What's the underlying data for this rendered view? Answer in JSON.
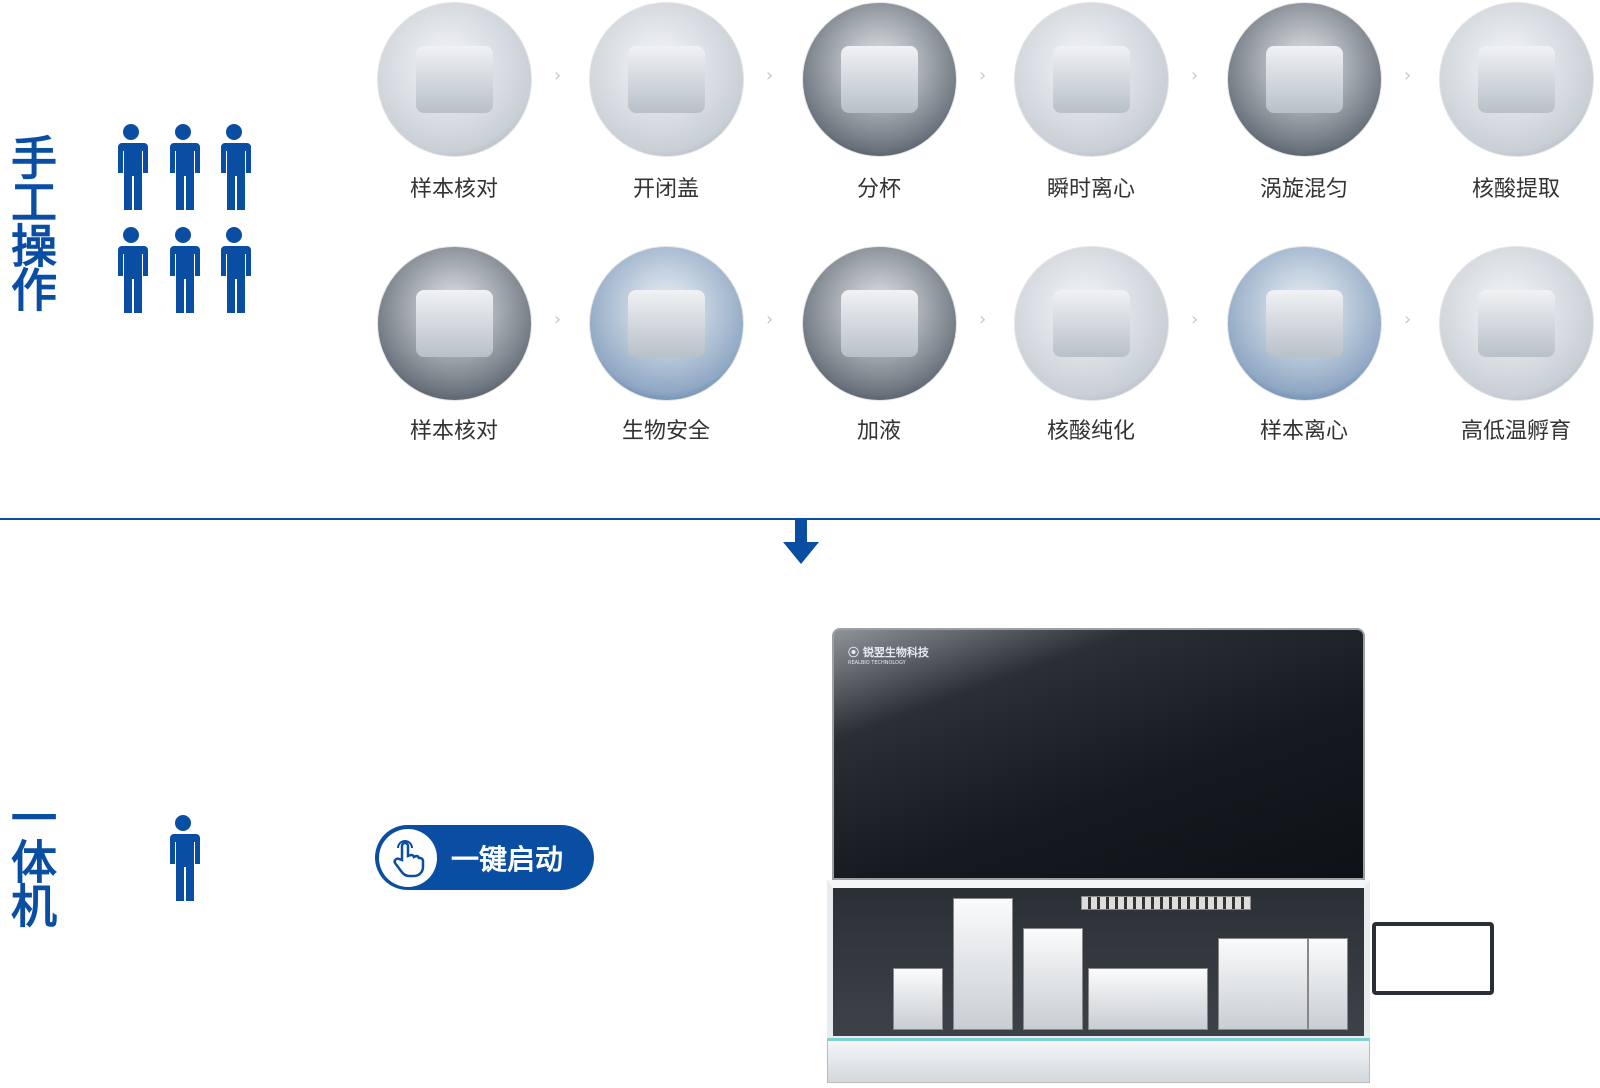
{
  "manual": {
    "title": "手工操作",
    "people_count": 6,
    "steps_row1": [
      {
        "label": "样本核对",
        "icon": "sample-check-photo"
      },
      {
        "label": "开闭盖",
        "icon": "cap-open-photo"
      },
      {
        "label": "分杯",
        "icon": "aliquot-photo"
      },
      {
        "label": "瞬时离心",
        "icon": "quick-centrifuge-photo"
      },
      {
        "label": "涡旋混匀",
        "icon": "vortex-mixer-photo"
      },
      {
        "label": "核酸提取",
        "icon": "nucleic-acid-extraction-photo"
      }
    ],
    "steps_row2": [
      {
        "label": "样本核对",
        "icon": "centrifuge-photo"
      },
      {
        "label": "生物安全",
        "icon": "biosafety-cabinet-photo"
      },
      {
        "label": "加液",
        "icon": "liquid-handler-photo"
      },
      {
        "label": "核酸纯化",
        "icon": "purification-plate-photo"
      },
      {
        "label": "样本离心",
        "icon": "sample-centrifuge-photo"
      },
      {
        "label": "高低温孵育",
        "icon": "incubator-photo"
      }
    ]
  },
  "integrated": {
    "title": "一体机",
    "people_count": 1,
    "start_button": "一键启动",
    "logo_text": "锐翌生物科技",
    "logo_subtext": "REALBIO TECHNOLOGY"
  },
  "colors": {
    "brand": "#0a4ea3",
    "chevron": "#c8c8c8"
  }
}
